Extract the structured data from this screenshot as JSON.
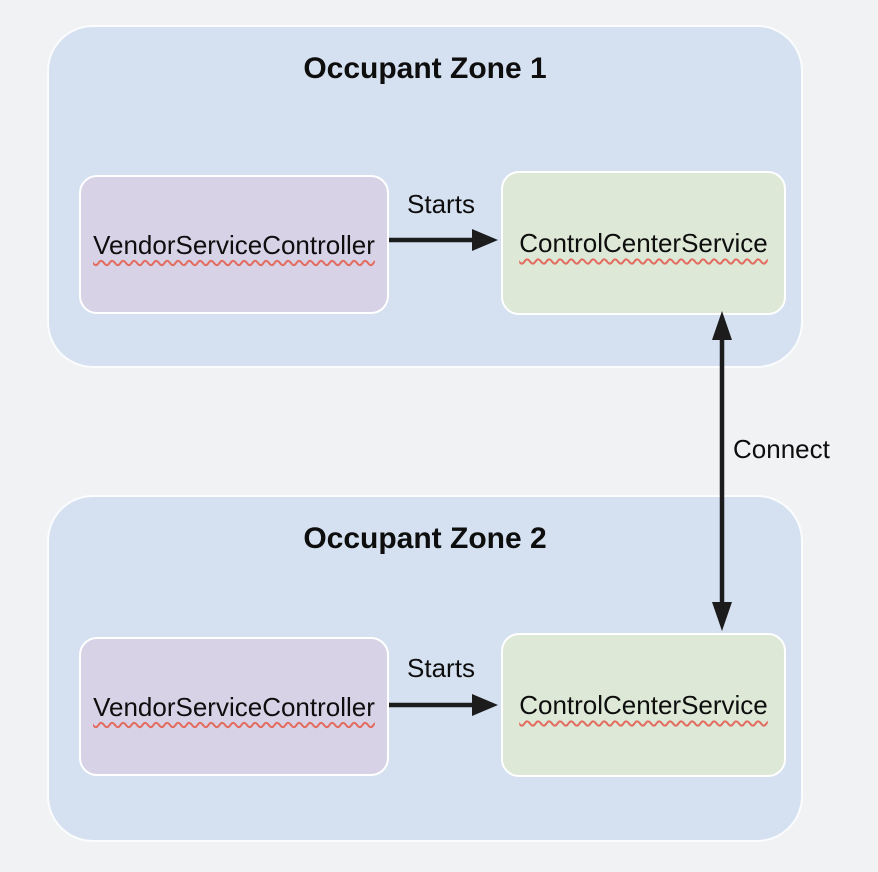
{
  "zones": [
    {
      "title": "Occupant Zone 1",
      "vendor_box": "VendorServiceController",
      "control_box": "ControlCenterService",
      "starts_arrow_label": "Starts"
    },
    {
      "title": "Occupant Zone 2",
      "vendor_box": "VendorServiceController",
      "control_box": "ControlCenterService",
      "starts_arrow_label": "Starts"
    }
  ],
  "connect_arrow_label": "Connect",
  "colors": {
    "background": "#f1f2f4",
    "zone_fill": "#d5e1f1",
    "zone_border": "#fbfcfd",
    "vendor_fill": "#d8d2e7",
    "control_fill": "#dde8d6",
    "node_border": "#ffffff",
    "text": "#0e0e0e",
    "arrow": "#1c1c1c",
    "spellcheck_underline": "#e36c60"
  }
}
